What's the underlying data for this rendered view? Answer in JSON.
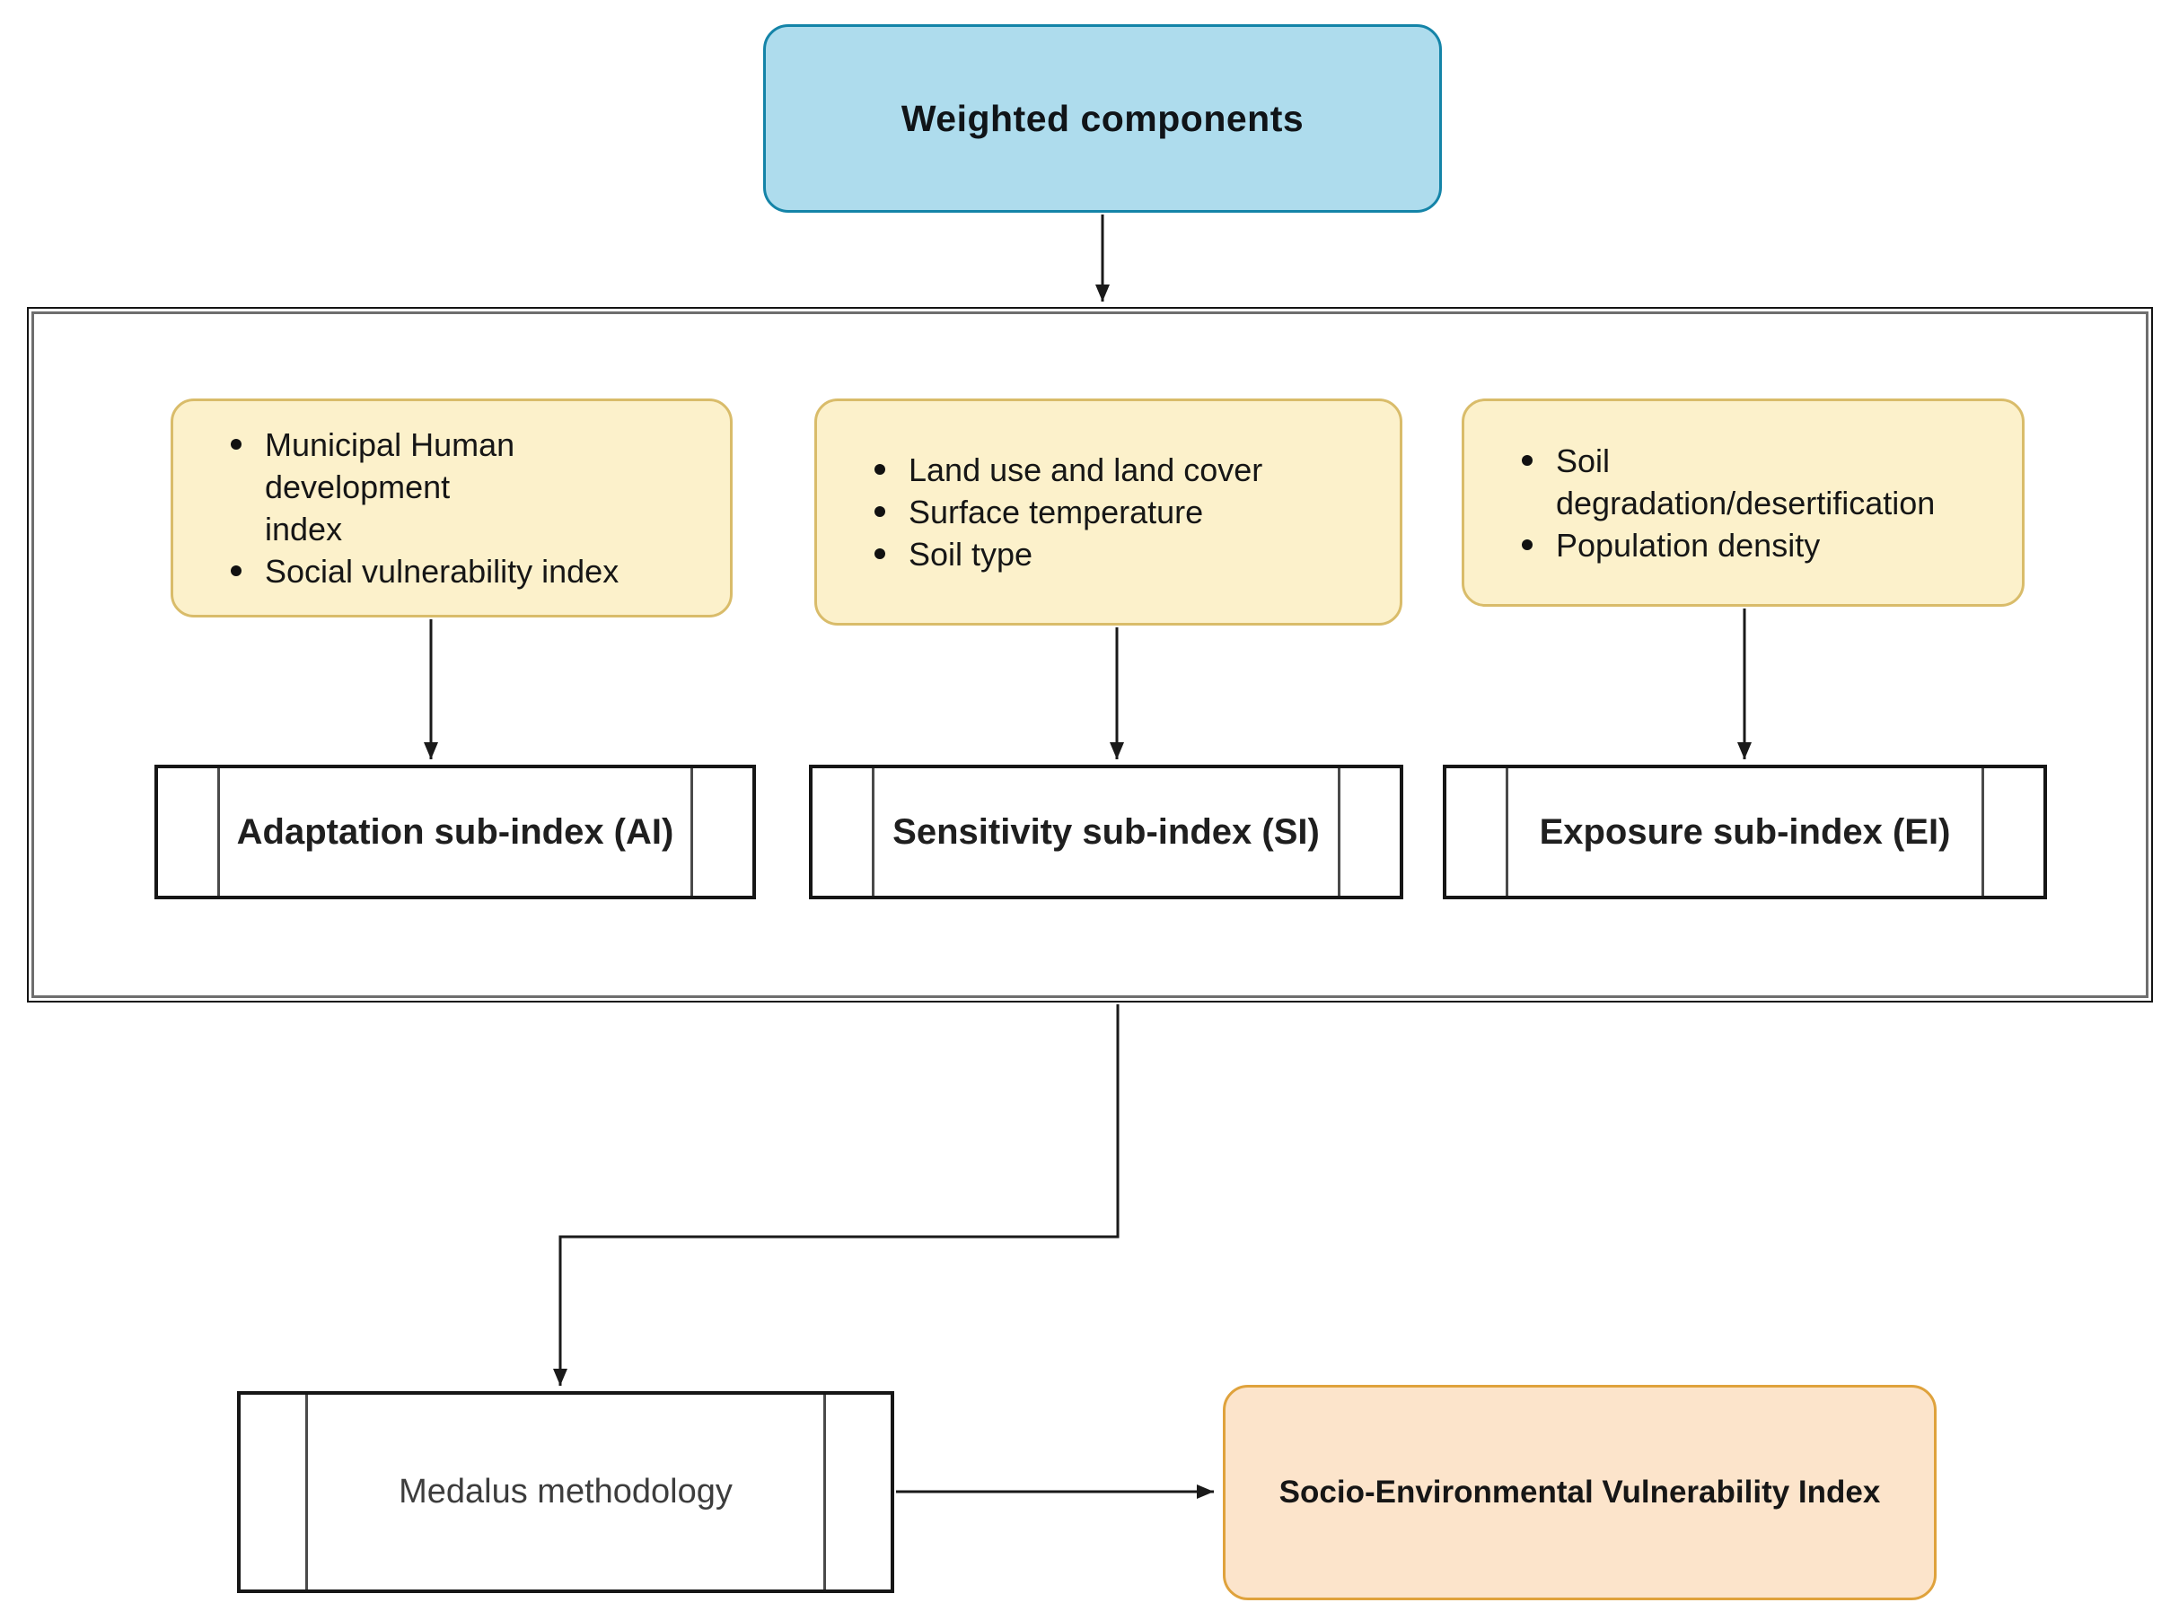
{
  "colors": {
    "weighted_fill": "#aedced",
    "weighted_stroke": "#1484a8",
    "input_fill": "#fcf1cb",
    "input_stroke": "#d9bc6a",
    "result_fill": "#fce4cb",
    "result_stroke": "#dfa23c",
    "process_fill": "#ffffff",
    "line_color": "#1a1a1a"
  },
  "weighted_components_box": {
    "label": "Weighted components"
  },
  "input_boxes": [
    {
      "bullets": [
        "Municipal Human\ndevelopment\nindex",
        "Social vulnerability index"
      ]
    },
    {
      "bullets": [
        "Land use and land cover",
        "Surface temperature",
        "Soil type"
      ]
    },
    {
      "bullets": [
        "Soil\ndegradation/desertification",
        "Population density"
      ]
    }
  ],
  "subindex_boxes": [
    {
      "label": "Adaptation sub-index (AI)"
    },
    {
      "label": "Sensitivity sub-index (SI)"
    },
    {
      "label": "Exposure sub-index (EI)"
    }
  ],
  "methodology_box": {
    "label": "Medalus methodology"
  },
  "result_box": {
    "label": "Socio-Environmental Vulnerability Index"
  }
}
